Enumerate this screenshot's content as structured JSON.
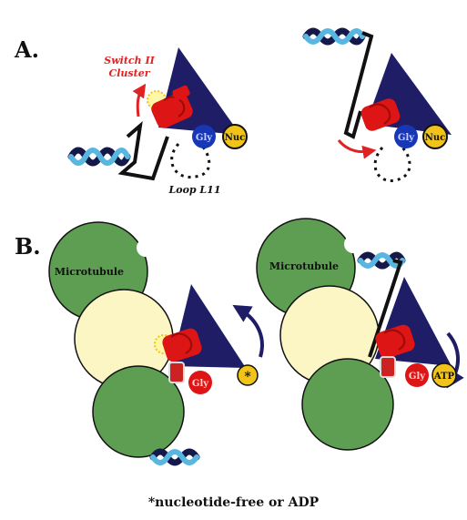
{
  "panel_a": {
    "label": "A.",
    "switch_label_line1": "Switch II",
    "switch_label_line2": "Cluster",
    "gly": "Gly",
    "nuc": "Nuc",
    "loop_label": "Loop L11"
  },
  "panel_b": {
    "label": "B.",
    "microtubule": "Microtubule",
    "gly": "Gly",
    "star": "*",
    "atp": "ATP"
  },
  "footnote": "*nucleotide-free or ADP",
  "colors": {
    "microtubule_green": "#5e9e52",
    "tubulin_cream": "#fbf6c4",
    "kinesin_navy": "#1e1d66",
    "switch_red": "#dd1515",
    "gly_blue": "#1737b6",
    "nuc_yellow": "#f2c41a",
    "dna_dark": "#15194a",
    "dna_light": "#58b6e0",
    "label_red": "#e02222"
  }
}
